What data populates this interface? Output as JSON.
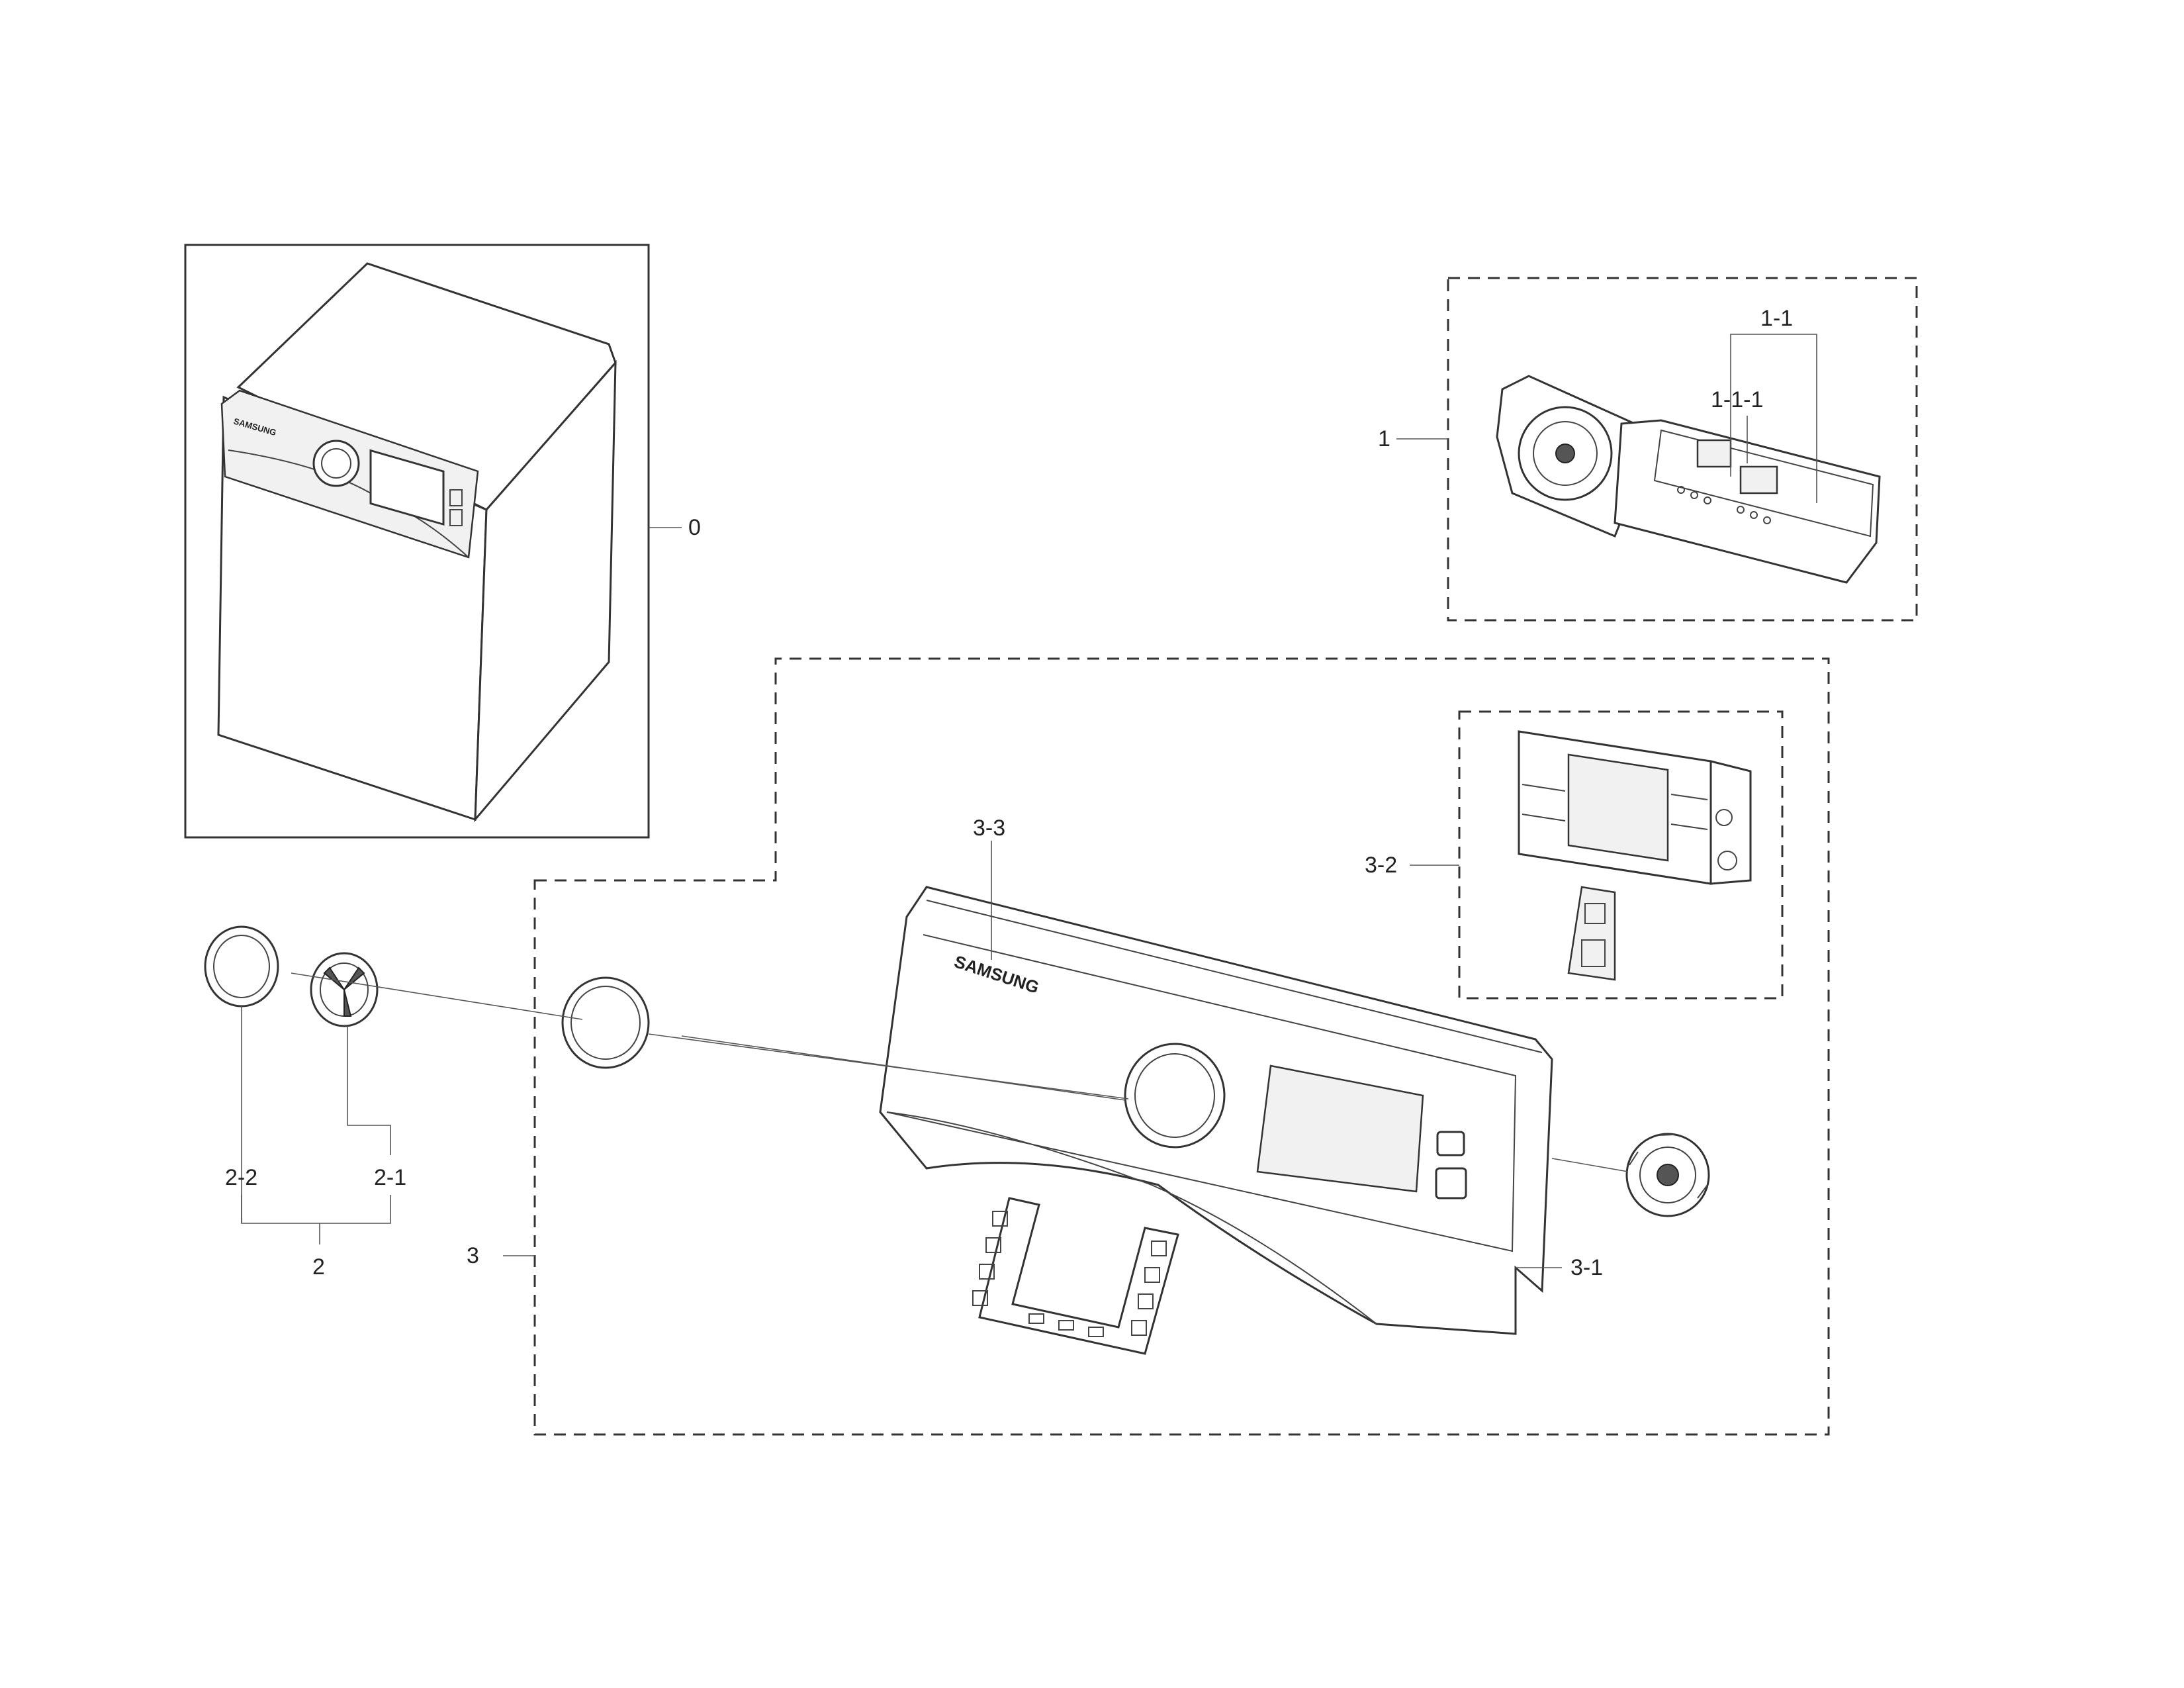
{
  "callouts": {
    "c0": "0",
    "c1": "1",
    "c1_1": "1-1",
    "c1_1_1": "1-1-1",
    "c2": "2",
    "c2_1": "2-1",
    "c2_2": "2-2",
    "c3": "3",
    "c3_1": "3-1",
    "c3_2": "3-2",
    "c3_3": "3-3"
  },
  "brand_marks": {
    "washer_badge": "SAMSUNG",
    "panel_badge": "SAMSUNG"
  }
}
